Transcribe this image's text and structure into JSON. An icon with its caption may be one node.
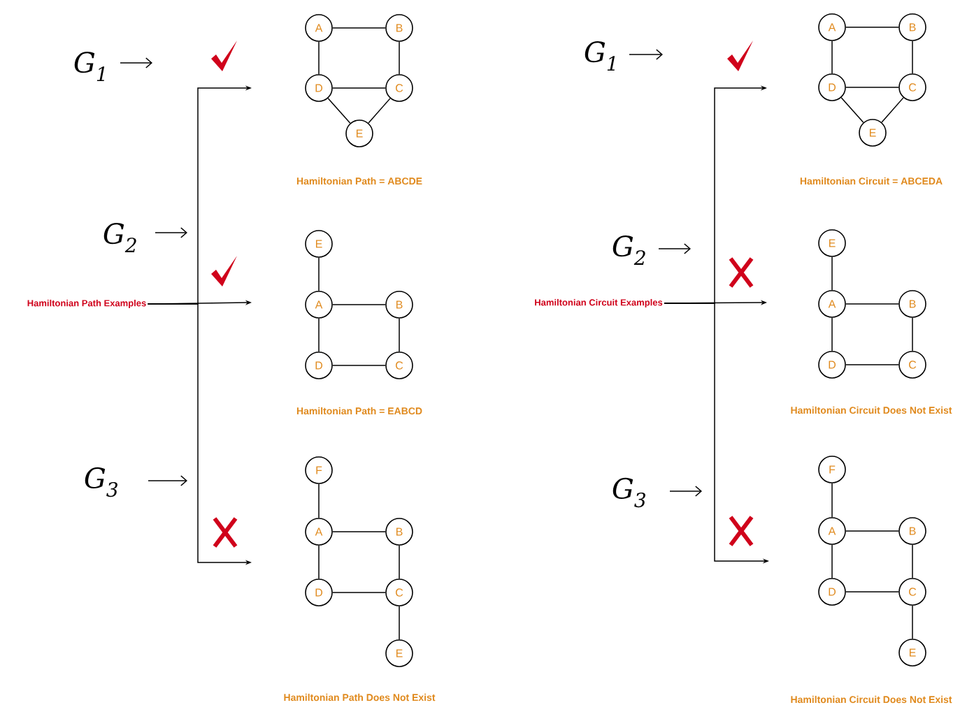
{
  "diagram": {
    "nodes": [
      {
        "text": [
          "Hamiltonian Path Examples"
        ]
      },
      {
        "text": [
          "A"
        ]
      },
      {
        "text": [
          "B"
        ]
      },
      {
        "text": [
          "D"
        ]
      },
      {
        "text": [
          "C"
        ]
      },
      {
        "text": [
          "E"
        ]
      },
      {
        "text": [
          "E"
        ]
      },
      {
        "text": [
          "A"
        ]
      },
      {
        "text": [
          "B"
        ]
      },
      {
        "text": [
          "D"
        ]
      },
      {
        "text": [
          "C"
        ]
      },
      {
        "text": [
          "F"
        ]
      },
      {
        "text": [
          "A"
        ]
      },
      {
        "text": [
          "B"
        ]
      },
      {
        "text": [
          "D"
        ]
      },
      {
        "text": [
          "C"
        ]
      },
      {
        "text": [
          "E"
        ]
      },
      {
        "text": [
          "Hamiltonian Circuit Examples"
        ]
      },
      {
        "text": [
          "A"
        ]
      },
      {
        "text": [
          "B"
        ]
      },
      {
        "text": [
          "D"
        ]
      },
      {
        "text": [
          "C"
        ]
      },
      {
        "text": [
          "E"
        ]
      },
      {
        "text": [
          "E"
        ]
      },
      {
        "text": [
          "A"
        ]
      },
      {
        "text": [
          "B"
        ]
      },
      {
        "text": [
          "D"
        ]
      },
      {
        "text": [
          "C"
        ]
      },
      {
        "text": [
          "F"
        ]
      },
      {
        "text": [
          "A"
        ]
      },
      {
        "text": [
          "B"
        ]
      },
      {
        "text": [
          "D"
        ]
      },
      {
        "text": [
          "C"
        ]
      },
      {
        "text": [
          "E"
        ]
      }
    ],
    "edges": [
      {
        "from": 0,
        "to": null,
        "arrow": "to"
      },
      {
        "from": 0,
        "to": null,
        "arrow": "to"
      },
      {
        "from": 0,
        "to": null,
        "arrow": "to"
      },
      {
        "from": 1,
        "to": 2,
        "arrow": "none"
      },
      {
        "from": 1,
        "to": 3,
        "arrow": "none"
      },
      {
        "from": 2,
        "to": 4,
        "arrow": "none"
      },
      {
        "from": 3,
        "to": 4,
        "arrow": "none"
      },
      {
        "from": 3,
        "to": 5,
        "arrow": "none"
      },
      {
        "from": 4,
        "to": 5,
        "arrow": "none"
      },
      {
        "from": 6,
        "to": 7,
        "arrow": "none"
      },
      {
        "from": 7,
        "to": 8,
        "arrow": "none"
      },
      {
        "from": 7,
        "to": 9,
        "arrow": "none"
      },
      {
        "from": 8,
        "to": 10,
        "arrow": "none"
      },
      {
        "from": 9,
        "to": 10,
        "arrow": "none"
      },
      {
        "from": 11,
        "to": 12,
        "arrow": "none"
      },
      {
        "from": 12,
        "to": 13,
        "arrow": "none"
      },
      {
        "from": 12,
        "to": 14,
        "arrow": "none"
      },
      {
        "from": 13,
        "to": 15,
        "arrow": "none"
      },
      {
        "from": 14,
        "to": 15,
        "arrow": "none"
      },
      {
        "from": 15,
        "to": 16,
        "arrow": "none"
      },
      {
        "from": 17,
        "to": null,
        "arrow": "to"
      },
      {
        "from": 17,
        "to": null,
        "arrow": "to"
      },
      {
        "from": 17,
        "to": null,
        "arrow": "to"
      },
      {
        "from": 18,
        "to": 19,
        "arrow": "none"
      },
      {
        "from": 18,
        "to": 20,
        "arrow": "none"
      },
      {
        "from": 19,
        "to": 21,
        "arrow": "none"
      },
      {
        "from": 20,
        "to": 21,
        "arrow": "none"
      },
      {
        "from": 20,
        "to": 22,
        "arrow": "none"
      },
      {
        "from": 21,
        "to": 22,
        "arrow": "none"
      },
      {
        "from": 23,
        "to": 24,
        "arrow": "none"
      },
      {
        "from": 24,
        "to": 25,
        "arrow": "none"
      },
      {
        "from": 24,
        "to": 26,
        "arrow": "none"
      },
      {
        "from": 25,
        "to": 27,
        "arrow": "none"
      },
      {
        "from": 26,
        "to": 27,
        "arrow": "none"
      },
      {
        "from": 28,
        "to": 29,
        "arrow": "none"
      },
      {
        "from": 29,
        "to": 30,
        "arrow": "none"
      },
      {
        "from": 29,
        "to": 31,
        "arrow": "none"
      },
      {
        "from": 30,
        "to": 32,
        "arrow": "none"
      },
      {
        "from": 31,
        "to": 32,
        "arrow": "none"
      },
      {
        "from": 32,
        "to": 33,
        "arrow": "none"
      }
    ],
    "labels": [
      "G$_{1}$",
      "Hamiltonian Path = ABCDE",
      "G$_{2}$",
      "Hamiltonian Path = EABCD",
      "G$_{3}$",
      "Hamiltonian Path Does Not Exist",
      "G$_{1}$",
      "Hamiltonian Circuit = ABCEDA",
      "G$_{2}$",
      "Hamiltonian Circuit Does Not Exist",
      "G$_{3}$",
      "Hamiltonian Circuit Does Not Exist"
    ]
  }
}
